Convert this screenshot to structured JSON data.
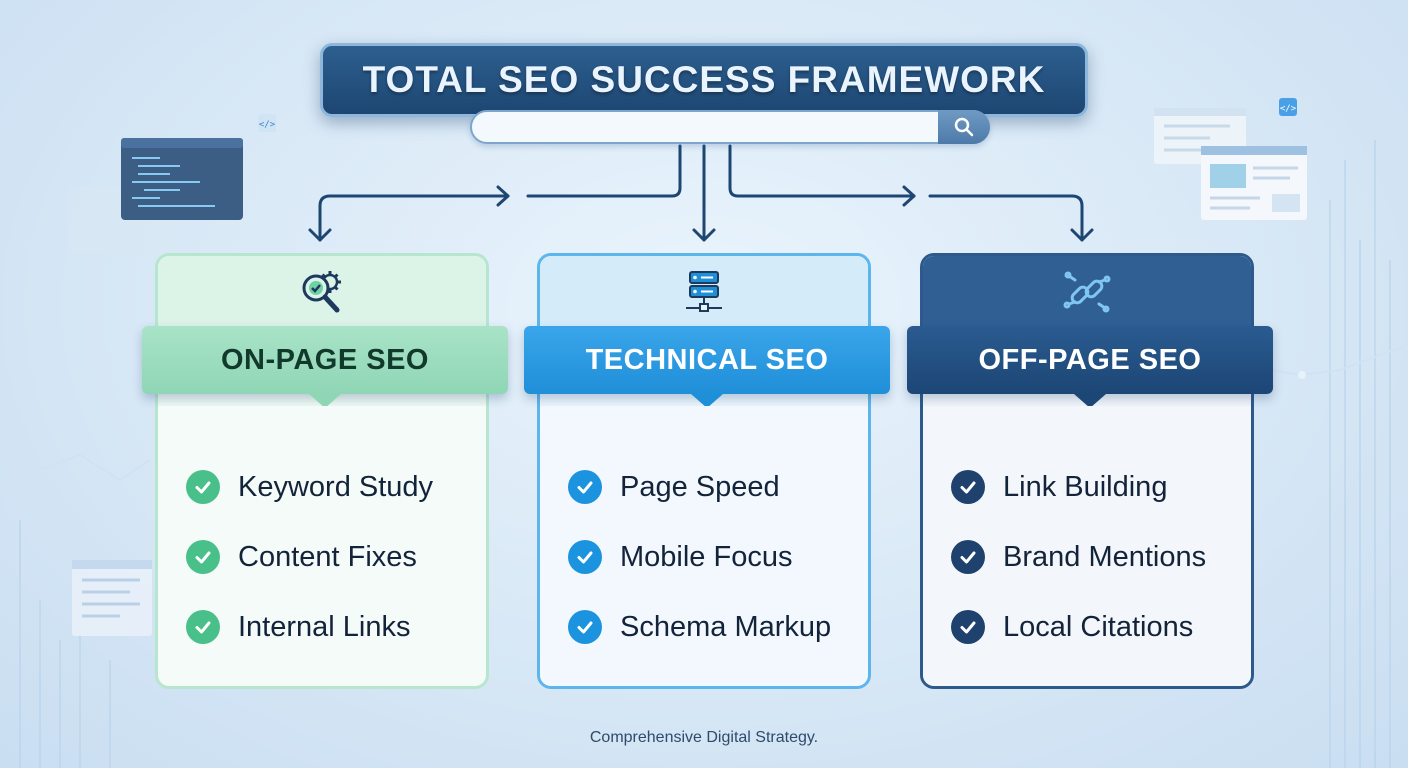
{
  "title": "TOTAL SEO SUCCESS FRAMEWORK",
  "footer": "Comprehensive Digital Strategy.",
  "colors": {
    "on_page_accent": "#49c08a",
    "technical_accent": "#1c93df",
    "off_page_accent": "#1e426d",
    "title_background": "#1d4672"
  },
  "cards": [
    {
      "heading": "ON-PAGE SEO",
      "icon": "magnifier-gear-icon",
      "items": [
        {
          "label": "Keyword Study"
        },
        {
          "label": "Content Fixes"
        },
        {
          "label": "Internal Links"
        }
      ]
    },
    {
      "heading": "TECHNICAL SEO",
      "icon": "server-icon",
      "items": [
        {
          "label": "Page Speed"
        },
        {
          "label": "Mobile Focus"
        },
        {
          "label": "Schema Markup"
        }
      ]
    },
    {
      "heading": "OFF-PAGE SEO",
      "icon": "chain-link-icon",
      "items": [
        {
          "label": "Link Building"
        },
        {
          "label": "Brand Mentions"
        },
        {
          "label": "Local Citations"
        }
      ]
    }
  ]
}
